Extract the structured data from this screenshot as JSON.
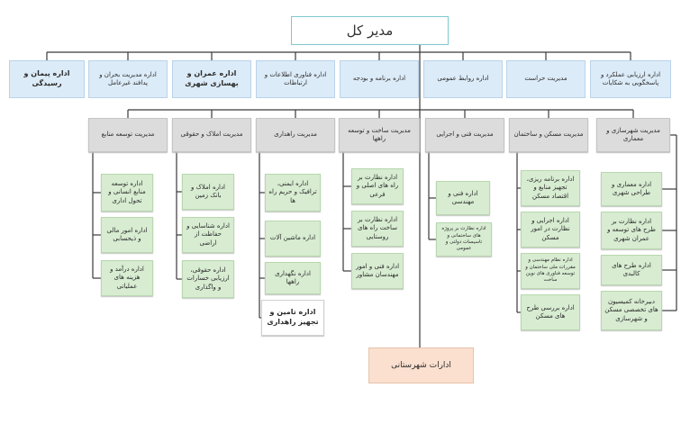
{
  "chart_title": "مدیر کل",
  "departments": [
    {
      "id": "d1",
      "label": "اداره ارزیابی عملکرد و پاسخگویی به شکایات"
    },
    {
      "id": "d2",
      "label": "مدیریت حراست"
    },
    {
      "id": "d3",
      "label": "اداره روابط عمومی"
    },
    {
      "id": "d4",
      "label": "اداره برنامه و بودجه"
    },
    {
      "id": "d5",
      "label": "اداره فناوری اطلاعات و ارتباطات"
    },
    {
      "id": "d6",
      "label": "اداره عمران و بهسازی شهری"
    },
    {
      "id": "d7",
      "label": "اداره مدیریت بحران و پدافند غیرعامل"
    },
    {
      "id": "d8",
      "label": "اداره پیمان و رسیدگی"
    }
  ],
  "managements": [
    {
      "id": "m1",
      "label": "مدیریت شهرسازی و معماری",
      "units": [
        "اداره معماری و طراحی شهری",
        "اداره نظارت بر طرح های توسعه و عمران شهری",
        "اداره طرح های کالبدی",
        "دبیرخانه کمیسیون های تخصصی مسکن و شهرسازی"
      ]
    },
    {
      "id": "m2",
      "label": "مدیریت مسکن و ساختمان",
      "units": [
        "اداره برنامه ریزی، تجهیز منابع و اقتصاد مسکن",
        "اداره اجرایی و نظارت در امور مسکن",
        "اداره نظام مهندسی و مقررات ملی ساختمان و توسعه فناوری های نوین ساخت",
        "اداره بررسی طرح های مسکن"
      ]
    },
    {
      "id": "m3",
      "label": "مدیریت فنی و اجرایی",
      "units": [
        "اداره فنی و مهندسی",
        "اداره نظارت بر پروژه های ساختمانی و تاسیسات دولتی و عمومی"
      ]
    },
    {
      "id": "m4",
      "label": "مدیریت ساخت و توسعه راهها",
      "units": [
        "اداره نظارت بر راه های اصلی و فرعی",
        "اداره نظارت بر ساخت راه های روستایی",
        "اداره فنی و امور مهندسان مشاور"
      ]
    },
    {
      "id": "m5",
      "label": "مدیریت راهداری",
      "units": [
        "اداره ایمنی، ترافیک و حریم راه ها",
        "اداره ماشین آلات",
        "اداره نگهداری راهها",
        "اداره تامین و تجهیز راهداری"
      ]
    },
    {
      "id": "m6",
      "label": "مدیریت املاک و حقوقی",
      "units": [
        "اداره املاک و بانک زمین",
        "اداره شناسایی و حفاظت از اراضی",
        "اداره حقوقی، ارزیابی خسارات و واگذاری"
      ]
    },
    {
      "id": "m7",
      "label": "مدیریت توسعه منابع",
      "units": [
        "اداره توسعه منابع انسانی و تحول اداری",
        "اداره امور مالی و ذیحسابی",
        "اداره درآمد و هزینه های عملیاتی"
      ]
    }
  ],
  "county_offices": "ادارات شهرستانی"
}
